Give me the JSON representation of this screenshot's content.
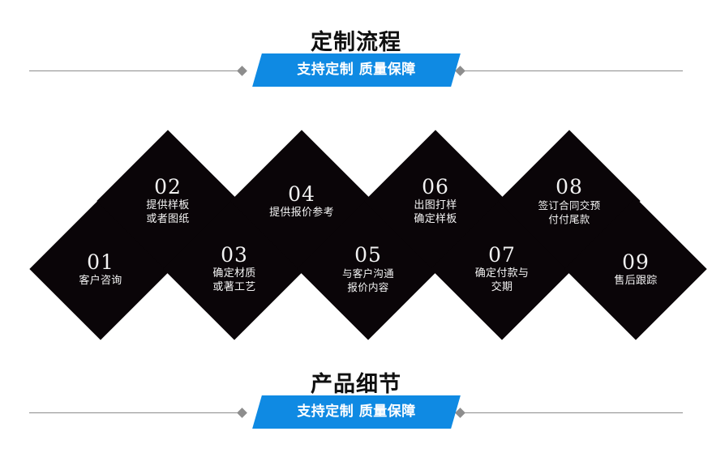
{
  "sections": {
    "top": {
      "title": "定制流程",
      "banner_label": "支持定制 质量保障"
    },
    "bottom": {
      "title": "产品细节",
      "banner_label": "支持定制 质量保障"
    }
  },
  "colors": {
    "banner_blue": "#0f8ae3",
    "diamond_black": "#0a0508",
    "rule_gray": "#8d8d8d",
    "title_black": "#101010",
    "background": "#ffffff"
  },
  "watermark": "",
  "flow": {
    "steps": [
      {
        "number": "01",
        "text": "客户咨询",
        "row": "lower",
        "col": 0
      },
      {
        "number": "02",
        "text": "提供样板\n或者图纸",
        "row": "upper",
        "col": 0
      },
      {
        "number": "03",
        "text": "确定材质\n或著工艺",
        "row": "lower",
        "col": 1
      },
      {
        "number": "04",
        "text": "提供报价参考",
        "row": "upper",
        "col": 1
      },
      {
        "number": "05",
        "text": "与客户沟通\n报价内容",
        "row": "lower",
        "col": 2
      },
      {
        "number": "06",
        "text": "出图打样\n确定样板",
        "row": "upper",
        "col": 2
      },
      {
        "number": "07",
        "text": "确定付款与\n交期",
        "row": "lower",
        "col": 3
      },
      {
        "number": "08",
        "text": "签订合同交预\n付付尾款",
        "row": "upper",
        "col": 3
      },
      {
        "number": "09",
        "text": "售后跟踪",
        "row": "lower",
        "col": 4
      }
    ]
  }
}
